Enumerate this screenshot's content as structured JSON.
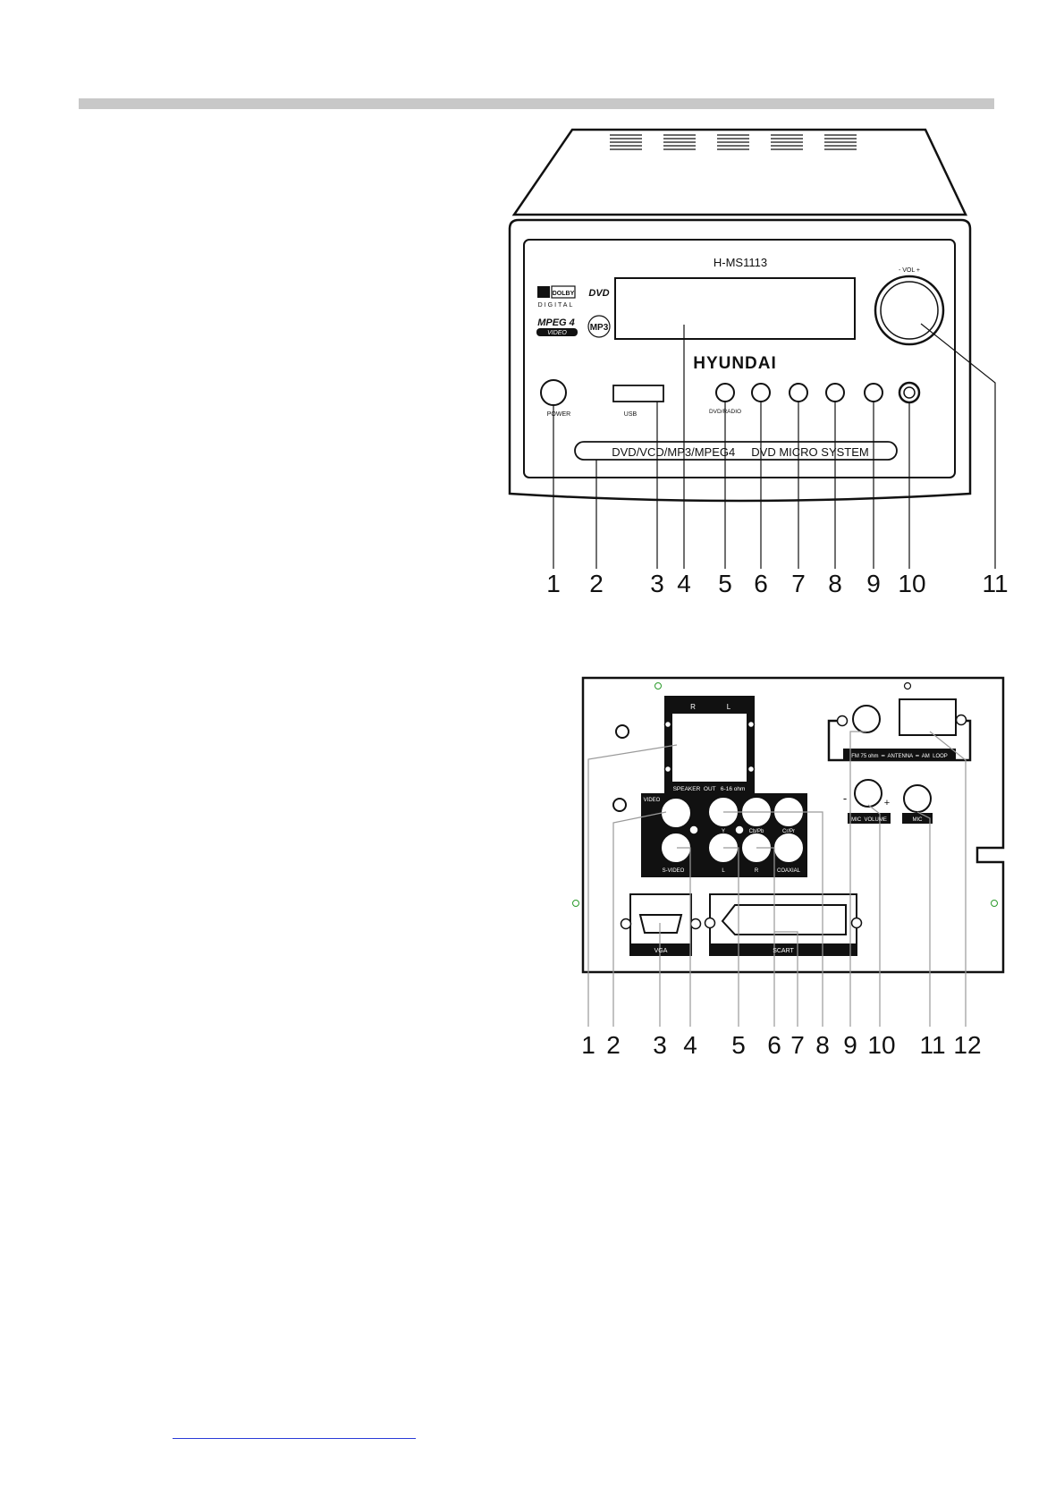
{
  "front": {
    "model": "H-MS1113",
    "brand": "HYUNDAI",
    "strip_label": "DVD/VCD/MP3/MPEG4     DVD MICRO SYSTEM",
    "logos": {
      "dolby": "DOLBY",
      "digital": "DIGITAL",
      "dvd": "DVD",
      "mpeg": "MPEG 4",
      "video": "VIDEO",
      "mp3": "MP3"
    },
    "vol_label": "- VOL +",
    "buttons": {
      "power": "POWER",
      "usb": "USB",
      "dvd_radio": "DVD/RADIO"
    },
    "callouts": [
      "1",
      "2",
      "3",
      "4",
      "5",
      "6",
      "7",
      "8",
      "9",
      "10",
      "11"
    ]
  },
  "rear": {
    "labels": {
      "r": "R",
      "l": "L",
      "speaker_out": "SPEAKER  OUT   6-16 ohm",
      "video": "VIDEO",
      "svideo": "S-VIDEO",
      "y": "Y",
      "cb": "Cb/Pb",
      "cr": "Cr/Pr",
      "audio_l": "L",
      "audio_r": "R",
      "coaxial": "COAXIAL",
      "antenna": "FM 75 ohm  ━  ANTENNA  ━  AM  LOOP",
      "mic_volume": "MIC  VOLUME",
      "minus": "-",
      "plus": "+",
      "mic": "MIC",
      "vga": "VGA",
      "scart": "SCART"
    },
    "callouts": [
      "1",
      "2",
      "3",
      "4",
      "5",
      "6",
      "7",
      "8",
      "9",
      "10",
      "11",
      "12"
    ]
  }
}
